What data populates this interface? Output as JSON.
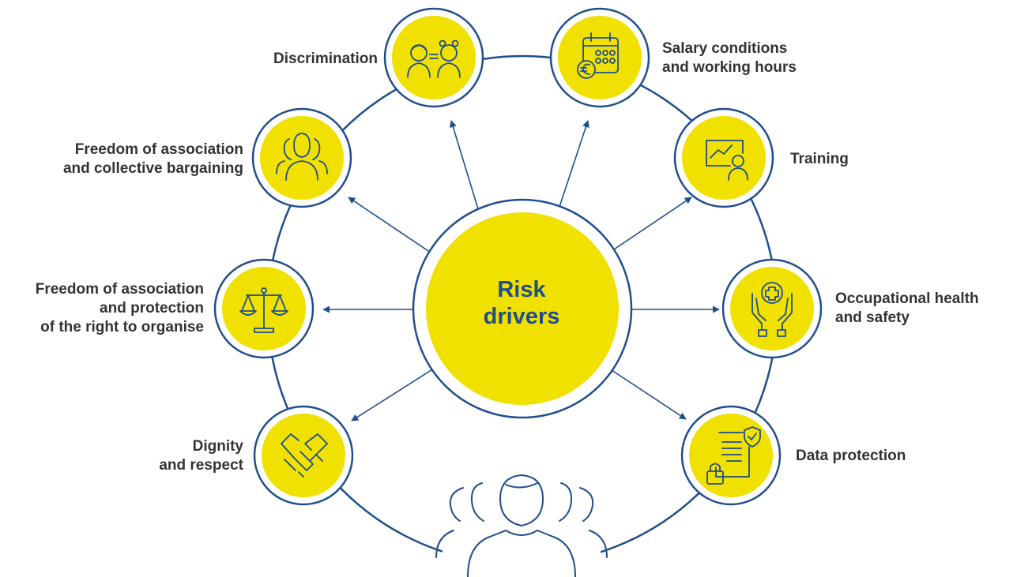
{
  "center": {
    "line1": "Risk",
    "line2": "drivers"
  },
  "drivers": [
    {
      "id": "discrimination",
      "icon": "equality-people-icon",
      "lines": [
        "Discrimination"
      ]
    },
    {
      "id": "salary",
      "icon": "euro-calendar-icon",
      "lines": [
        "Salary conditions",
        "and working hours"
      ]
    },
    {
      "id": "training",
      "icon": "presentation-trainer-icon",
      "lines": [
        "Training"
      ]
    },
    {
      "id": "health",
      "icon": "hands-medical-cross-icon",
      "lines": [
        "Occupational health",
        "and safety"
      ]
    },
    {
      "id": "data",
      "icon": "document-lock-shield-icon",
      "lines": [
        "Data protection"
      ]
    },
    {
      "id": "dignity",
      "icon": "handshake-icon",
      "lines": [
        "Dignity",
        "and respect"
      ]
    },
    {
      "id": "organise",
      "icon": "scales-icon",
      "lines": [
        "Freedom of association",
        "and protection",
        "of the right to organise"
      ]
    },
    {
      "id": "bargaining",
      "icon": "group-people-icon",
      "lines": [
        "Freedom of association",
        "and collective bargaining"
      ]
    }
  ],
  "footer_icon": "workers-group-icon",
  "colors": {
    "navy": "#1f4e8c",
    "yellow": "#f0e100",
    "ring": "#cfdaea",
    "text": "#333333"
  }
}
